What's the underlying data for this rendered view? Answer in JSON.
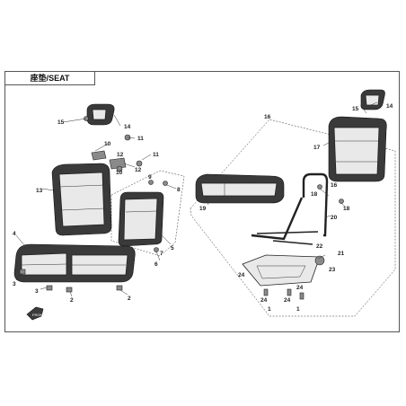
{
  "header": {
    "title": "座垫/SEAT"
  },
  "callouts": [
    "1",
    "2",
    "3",
    "4",
    "5",
    "6",
    "7",
    "8",
    "9",
    "10",
    "11",
    "12",
    "13",
    "14",
    "15",
    "16",
    "17",
    "18",
    "19",
    "20",
    "21",
    "22",
    "23",
    "24"
  ],
  "icons": {
    "front_arrow": "front-direction-arrow-icon"
  }
}
